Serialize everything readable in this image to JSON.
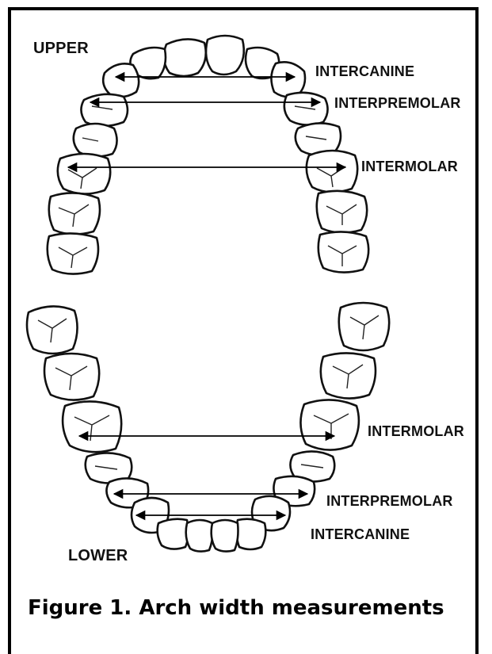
{
  "labels": {
    "upper": "UPPER",
    "lower": "LOWER",
    "upper_intercanine": "INTERCANINE",
    "upper_interpremolar": "INTERPREMOLAR",
    "upper_intermolar": "INTERMOLAR",
    "lower_intermolar": "INTERMOLAR",
    "lower_interpremolar": "INTERPREMOLAR",
    "lower_intercanine": "INTERCANINE"
  },
  "caption": "Figure 1. Arch width measurements"
}
